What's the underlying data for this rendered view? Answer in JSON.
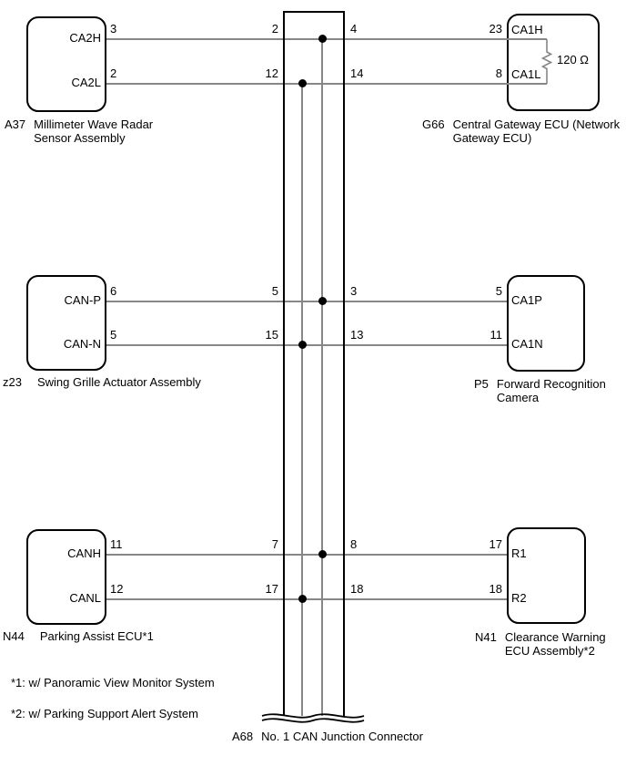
{
  "junction": {
    "id": "A68",
    "name": "No. 1 CAN Junction Connector"
  },
  "resistor": {
    "value": "120 Ω"
  },
  "notes": [
    {
      "text": "*1: w/ Panoramic View Monitor System"
    },
    {
      "text": "*2: w/ Parking Support Alert System"
    }
  ],
  "nodes": [
    {
      "id": "A37",
      "name": "Millimeter Wave Radar\nSensor Assembly",
      "ports": [
        {
          "name": "CA2H",
          "pin": "3"
        },
        {
          "name": "CA2L",
          "pin": "2"
        }
      ]
    },
    {
      "id": "z23",
      "name": "Swing Grille Actuator Assembly",
      "ports": [
        {
          "name": "CAN-P",
          "pin": "6"
        },
        {
          "name": "CAN-N",
          "pin": "5"
        }
      ]
    },
    {
      "id": "N44",
      "name": "Parking Assist ECU*1",
      "ports": [
        {
          "name": "CANH",
          "pin": "11"
        },
        {
          "name": "CANL",
          "pin": "12"
        }
      ]
    },
    {
      "id": "G66",
      "name": "Central Gateway ECU (Network\nGateway ECU)",
      "ports": [
        {
          "name": "CA1H",
          "pin": "23"
        },
        {
          "name": "CA1L",
          "pin": "8"
        }
      ]
    },
    {
      "id": "P5",
      "name": "Forward Recognition\nCamera",
      "ports": [
        {
          "name": "CA1P",
          "pin": "5"
        },
        {
          "name": "CA1N",
          "pin": "11"
        }
      ]
    },
    {
      "id": "N41",
      "name": "Clearance Warning\nECU Assembly*2",
      "ports": [
        {
          "name": "R1",
          "pin": "17"
        },
        {
          "name": "R2",
          "pin": "18"
        }
      ]
    }
  ],
  "junction_pin_rows": [
    {
      "left": "2",
      "right": "4"
    },
    {
      "left": "12",
      "right": "14"
    },
    {
      "left": "5",
      "right": "3"
    },
    {
      "left": "15",
      "right": "13"
    },
    {
      "left": "7",
      "right": "8"
    },
    {
      "left": "17",
      "right": "18"
    }
  ]
}
